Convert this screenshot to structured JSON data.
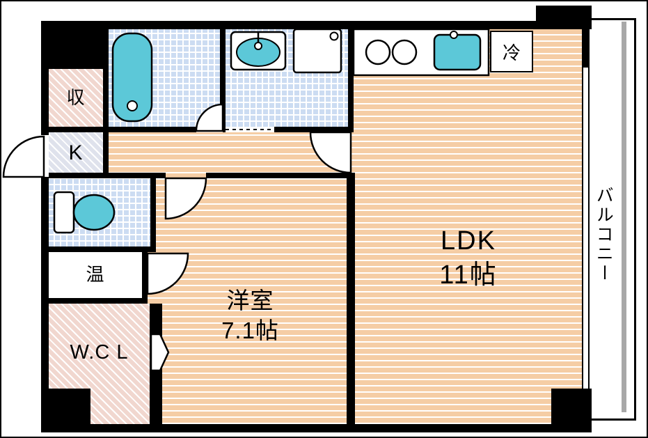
{
  "page": {
    "type": "apartment-floor-plan"
  },
  "rooms": {
    "ldk": {
      "name": "LDK",
      "size": "11帖"
    },
    "bedroom": {
      "name": "洋室",
      "size": "7.1帖"
    },
    "balcony": {
      "name": "バルコニー"
    },
    "entry": {
      "name": "K"
    },
    "storage": {
      "name": "収"
    },
    "heater": {
      "name": "温"
    },
    "wic": {
      "name": "W.C L"
    },
    "fridge": {
      "name": "冷"
    }
  },
  "fixtures": [
    "bathtub-icon",
    "washbasin-icon",
    "washing-machine-icon",
    "toilet-icon",
    "stove-burners-icon",
    "kitchen-sink-icon",
    "door-arc-icon",
    "closet-door-icon"
  ],
  "colors": {
    "floor_orange": "#f5cda5",
    "tile_blue": "#ccdcf2",
    "hatch_pink": "#f1d7cf",
    "hatch_gray": "#dfe2ec",
    "fixture_cyan": "#5cc8d8",
    "wall_black": "#000000",
    "balcony_rail_gray": "#a8a8a8"
  }
}
